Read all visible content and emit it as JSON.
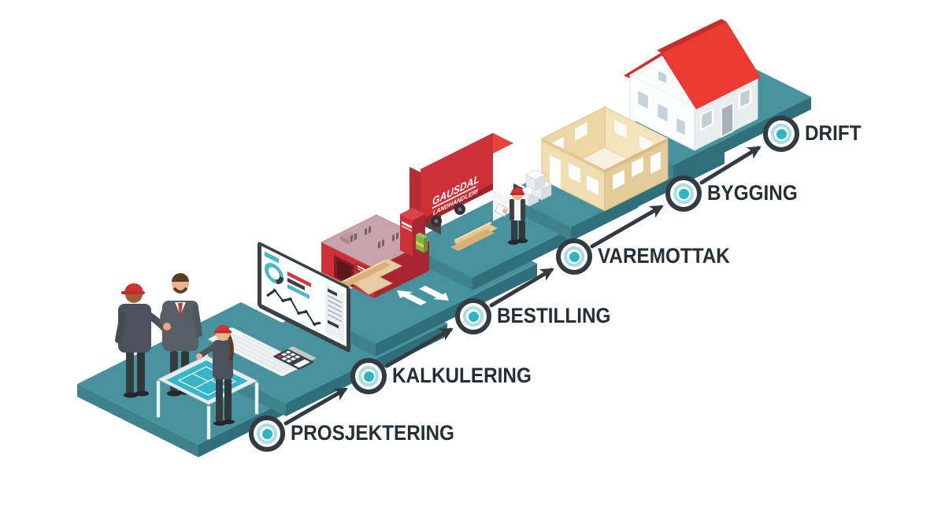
{
  "stages": [
    {
      "label": "PROSJEKTERING"
    },
    {
      "label": "KALKULERING"
    },
    {
      "label": "BESTILLING"
    },
    {
      "label": "VAREMOTTAK"
    },
    {
      "label": "BYGGING"
    },
    {
      "label": "DRIFT"
    }
  ],
  "truck": {
    "brand_line1": "GAUSDAL",
    "brand_line2": "LANDHANDLERI"
  },
  "colors": {
    "platform_top": "#47939D",
    "platform_side_left": "#3E838C",
    "platform_side_right": "#2F6F79",
    "marker_core": "#2FB4C6",
    "marker_ring_light": "#A9DCE3",
    "outline_dark": "#343A40",
    "label_text": "#262E36",
    "brand_red": "#CE3038",
    "roof_red": "#EA3A31",
    "wood_tan": "#F2DFB8",
    "blueprint_teal": "#38B6C9"
  }
}
